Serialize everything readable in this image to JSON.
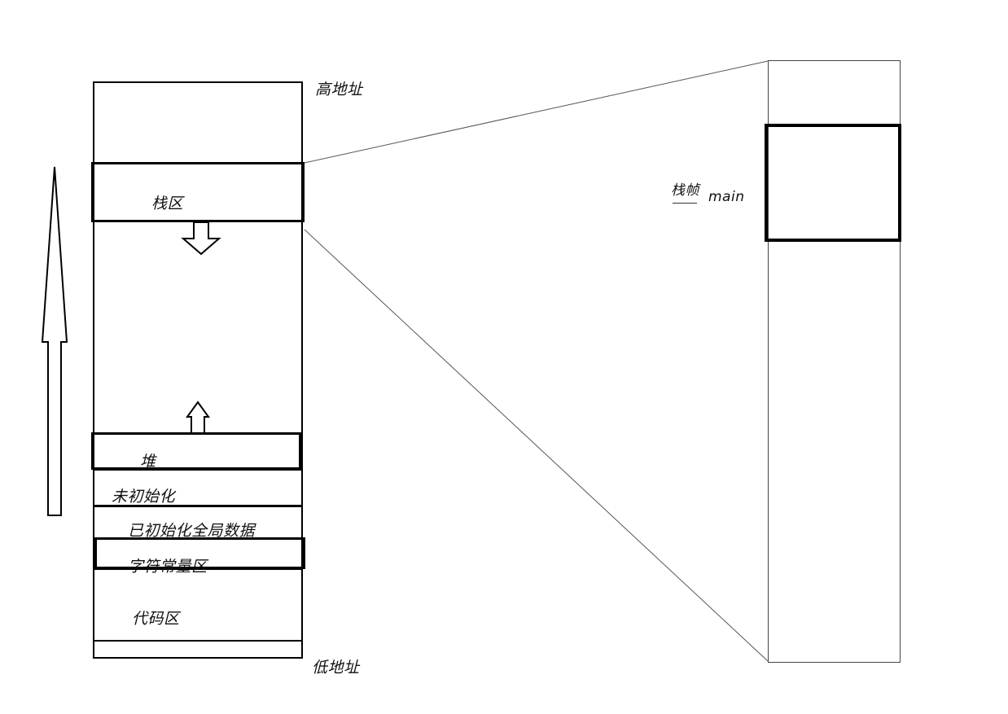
{
  "memory_layout": {
    "high_address": "高地址",
    "low_address": "低地址",
    "segments": {
      "stack": "栈区",
      "heap": "堆",
      "uninitialized": "未初始化",
      "initialized_global": "已初始化全局数据",
      "string_constants": "字符常量区",
      "code": "代码区"
    }
  },
  "stack_detail": {
    "frame_label": "栈帧",
    "frame_name": "main"
  },
  "icons": {
    "growth": "up-arrow-icon",
    "stack_direction": "down-arrow-icon",
    "heap_direction": "up-arrow-icon"
  }
}
